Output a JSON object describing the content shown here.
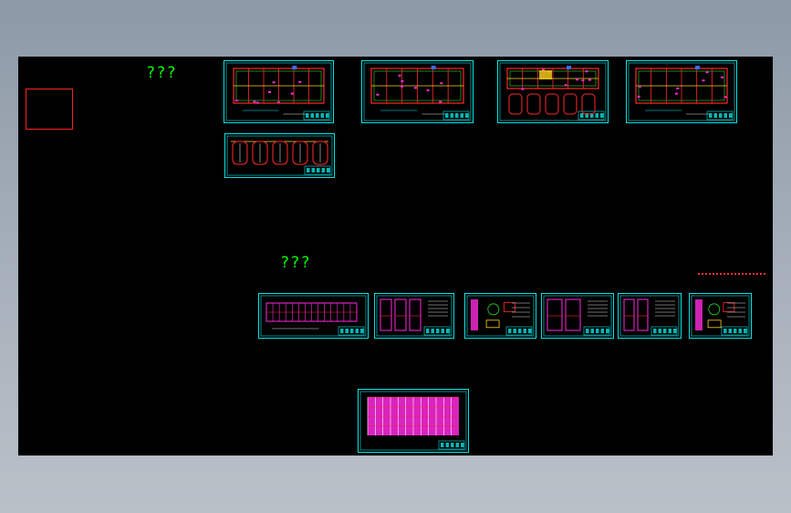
{
  "labels": {
    "top": "???",
    "middle": "???"
  },
  "colors": {
    "background": "#000000",
    "frame": "#00e5e5",
    "plan_red": "#ff2a2a",
    "plan_yellow": "#ffd21a",
    "plan_green": "#22dd22",
    "plan_magenta": "#ff2ae0",
    "plan_blue": "#3a6bff",
    "label_green": "#00ff00"
  },
  "sheets": [
    {
      "id": "sheet-1",
      "style": "plan"
    },
    {
      "id": "sheet-2",
      "style": "plan"
    },
    {
      "id": "sheet-3",
      "style": "plan-tanks"
    },
    {
      "id": "sheet-4",
      "style": "plan"
    },
    {
      "id": "sheet-5",
      "style": "tanks"
    },
    {
      "id": "sheet-6",
      "style": "long-section"
    },
    {
      "id": "sheet-7",
      "style": "sections"
    },
    {
      "id": "sheet-8",
      "style": "details"
    },
    {
      "id": "sheet-9",
      "style": "sections"
    },
    {
      "id": "sheet-10",
      "style": "sections"
    },
    {
      "id": "sheet-11",
      "style": "details"
    },
    {
      "id": "sheet-12",
      "style": "rebar"
    }
  ]
}
